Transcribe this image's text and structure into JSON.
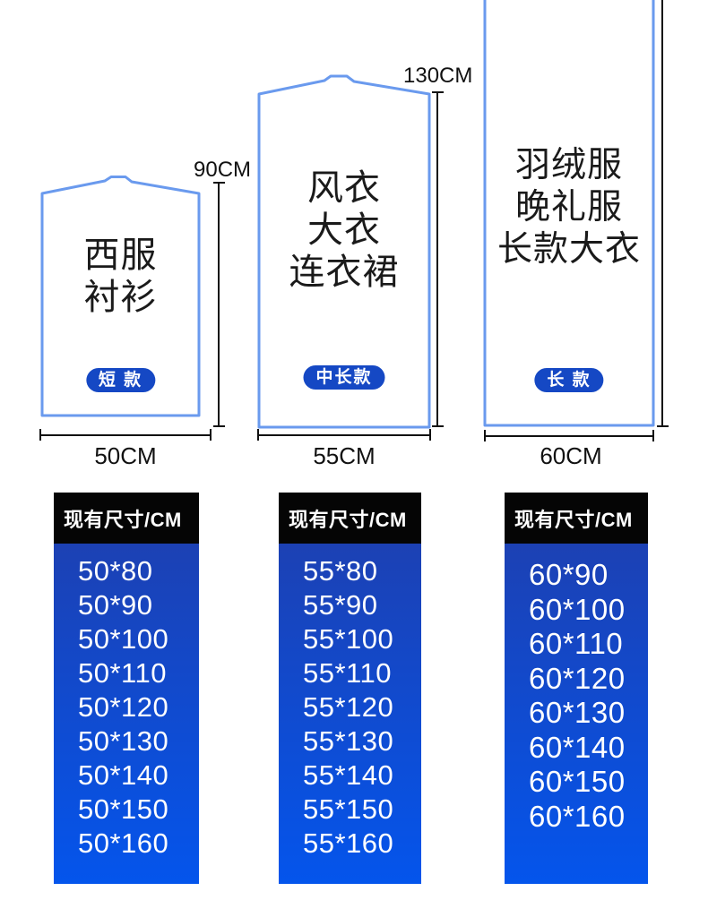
{
  "colors": {
    "bag_outline": "#6a9aee",
    "badge_blue": "#1548c4",
    "table_header_bg": "#050505",
    "table_gradient_top": "#1c41b4",
    "table_gradient_bottom": "#0455ec",
    "dimension_line": "#111111",
    "text_dark": "#1a1a1a"
  },
  "bags": [
    {
      "contents": [
        "西服",
        "衬衫"
      ],
      "badge": "短 款",
      "height_label": "90CM",
      "width_label": "50CM"
    },
    {
      "contents": [
        "风衣",
        "大衣",
        "连衣裙"
      ],
      "badge": "中长款",
      "height_label": "130CM",
      "width_label": "55CM"
    },
    {
      "contents": [
        "羽绒服",
        "晚礼服",
        "长款大衣"
      ],
      "badge": "长 款",
      "width_label": "60CM"
    }
  ],
  "tables": [
    {
      "header": "现有尺寸/CM",
      "rows": [
        "50*80",
        "50*90",
        "50*100",
        "50*110",
        "50*120",
        "50*130",
        "50*140",
        "50*150",
        "50*160"
      ]
    },
    {
      "header": "现有尺寸/CM",
      "rows": [
        "55*80",
        "55*90",
        "55*100",
        "55*110",
        "55*120",
        "55*130",
        "55*140",
        "55*150",
        "55*160"
      ]
    },
    {
      "header": "现有尺寸/CM",
      "rows": [
        "60*90",
        "60*100",
        "60*110",
        "60*120",
        "60*130",
        "60*140",
        "60*150",
        "60*160"
      ]
    }
  ]
}
